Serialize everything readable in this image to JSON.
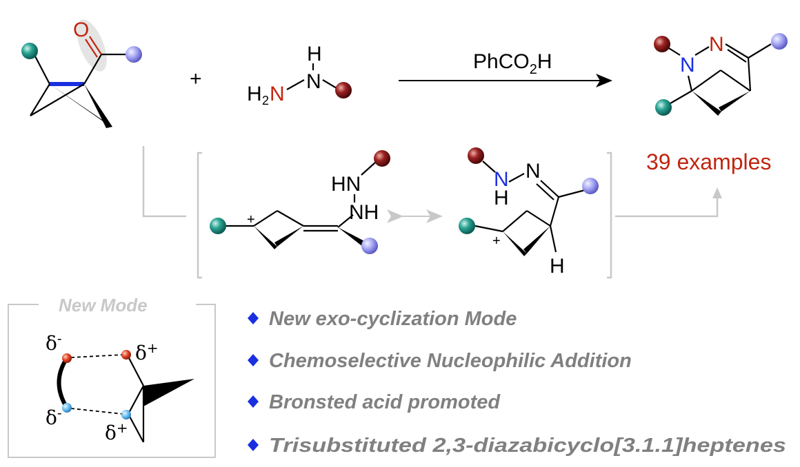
{
  "colors": {
    "oxygen_red": "#c0250f",
    "nitrogen_blue": "#1a2fe0",
    "teal_sphere": "#1f8a80",
    "periwinkle_sphere": "#9c9cf0",
    "maroon_sphere": "#8b1a1a",
    "gray_lines": "#c8c8c8",
    "feature_text": "#808080",
    "bullet_blue": "#1a2fe0"
  },
  "reaction": {
    "plus_sign": "+",
    "reagent": {
      "main": "PhCO",
      "subscript": "2",
      "end": "H"
    },
    "examples_label": "39 examples"
  },
  "atoms": {
    "oxygen": "O",
    "hydrazine_H_top": "H",
    "hydrazine_N": "N",
    "hydrazine_H2_H": "H",
    "hydrazine_H2_sub": "2",
    "hydrazine_N_red": "N",
    "product_N_blue": "N",
    "product_N_red": "N",
    "int1_HN": "HN",
    "int1_NH": "NH",
    "int1_plus": "+",
    "int2_N_blue": "N",
    "int2_H_under": "H",
    "int2_N": "N",
    "int2_plus": "+",
    "int2_H": "H"
  },
  "new_mode": {
    "title": "New Mode",
    "delta_minus": "δ-",
    "delta_plus": "δ+"
  },
  "features": [
    "New exo-cyclization Mode",
    "Chemoselective Nucleophilic Addition",
    "Bronsted acid promoted",
    "Trisubstituted 2,3-diazabicyclo[3.1.1]heptenes"
  ]
}
